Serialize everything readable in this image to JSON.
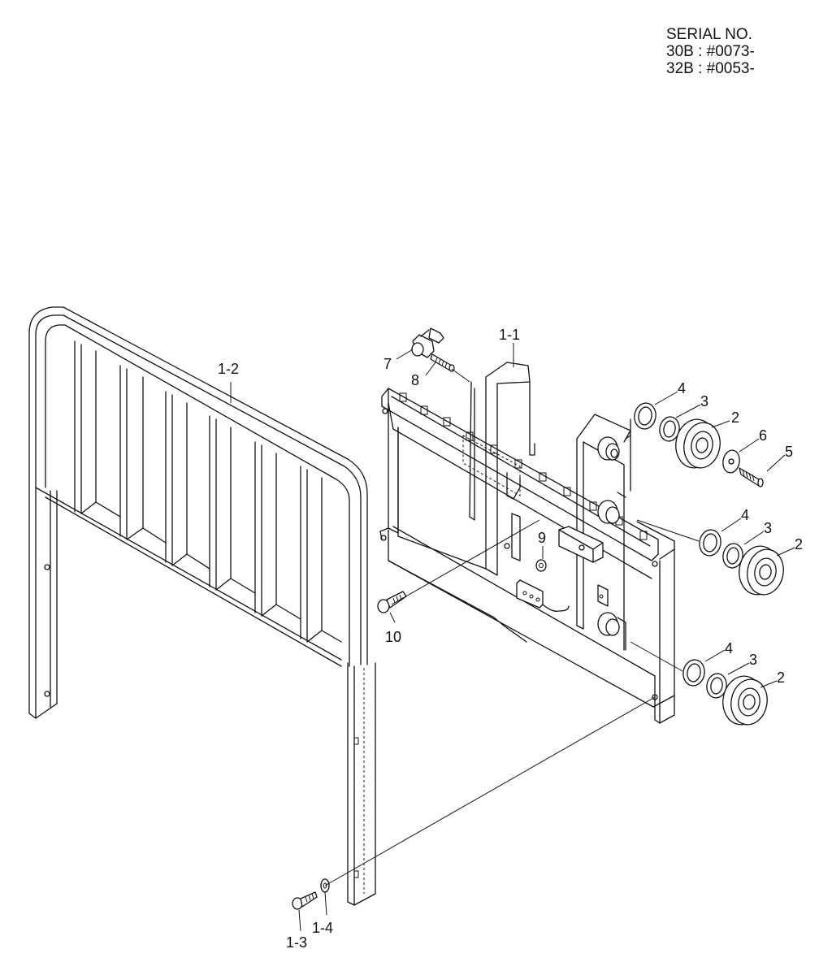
{
  "serial": {
    "heading": "SERIAL NO.",
    "line1": "30B : #0073-",
    "line2": "32B : #0053-"
  },
  "callouts": {
    "p1_1": "1-1",
    "p1_2": "1-2",
    "p1_3": "1-3",
    "p1_4": "1-4",
    "p2a": "2",
    "p2b": "2",
    "p2c": "2",
    "p3a": "3",
    "p3b": "3",
    "p3c": "3",
    "p4a": "4",
    "p4b": "4",
    "p4c": "4",
    "p5": "5",
    "p6": "6",
    "p7": "7",
    "p8": "8",
    "p9": "9",
    "p10": "10"
  }
}
